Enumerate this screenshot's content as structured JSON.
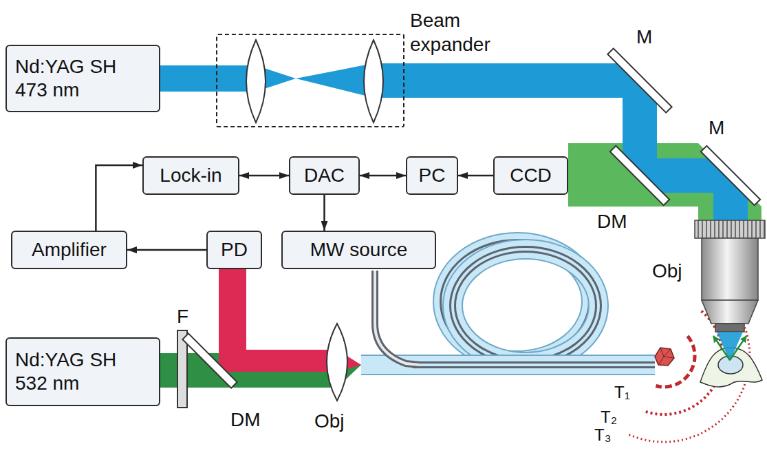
{
  "diagram": {
    "nodes": [
      {
        "text": [
          "Nd:YAG SH 473 nm"
        ]
      },
      {
        "text": [
          "Beam expander"
        ]
      },
      {
        "text": [
          "Lock-in"
        ]
      },
      {
        "text": [
          "DAC"
        ]
      },
      {
        "text": [
          "PC"
        ]
      },
      {
        "text": [
          "CCD"
        ]
      },
      {
        "text": [
          "Amplifier"
        ]
      },
      {
        "text": [
          "PD"
        ]
      },
      {
        "text": [
          "MW source"
        ]
      },
      {
        "text": [
          "Nd:YAG SH 532 nm"
        ]
      }
    ],
    "edges": [
      {
        "from": 2,
        "to": 3,
        "arrow": "both"
      },
      {
        "from": 3,
        "to": 4,
        "arrow": "both"
      },
      {
        "from": 5,
        "to": 4,
        "arrow": "to"
      },
      {
        "from": 3,
        "to": 8,
        "arrow": "to"
      },
      {
        "from": 7,
        "to": 6,
        "arrow": "to"
      },
      {
        "from": 6,
        "to": 2,
        "arrow": "to"
      }
    ],
    "labels": [
      "M",
      "M",
      "DM",
      "Obj",
      "F",
      "DM",
      "Obj",
      "T₁",
      "T₂",
      "T₃"
    ]
  }
}
